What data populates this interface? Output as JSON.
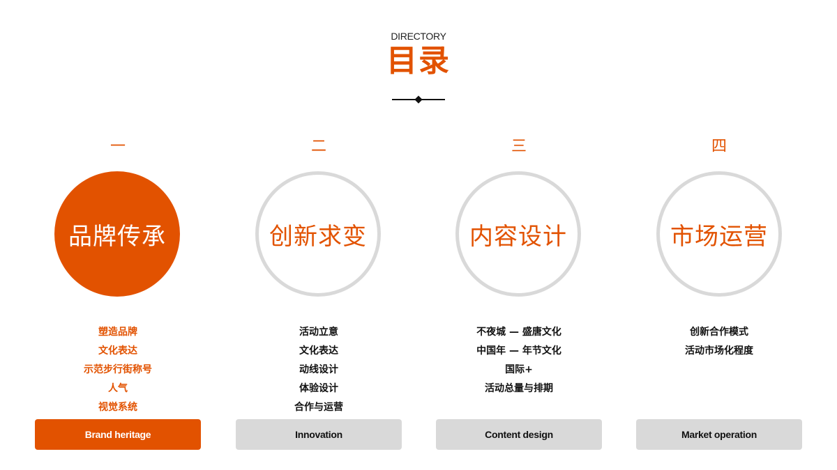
{
  "header": {
    "subtitle_en": "DIRECTORY",
    "title_cn": "目录"
  },
  "colors": {
    "accent": "#e25200",
    "inactive_gray": "#d9d9d9",
    "text_dark": "#111111"
  },
  "sections": [
    {
      "number": "一",
      "title": "品牌传承",
      "active": true,
      "items": [
        "塑造品牌",
        "文化表达",
        "示范步行街称号",
        "人气",
        "视觉系统"
      ],
      "button_label": "Brand heritage"
    },
    {
      "number": "二",
      "title": "创新求变",
      "active": false,
      "items": [
        "活动立意",
        "文化表达",
        "动线设计",
        "体验设计",
        "合作与运营"
      ],
      "button_label": "Innovation"
    },
    {
      "number": "三",
      "title": "内容设计",
      "active": false,
      "items": [
        "不夜城 — 盛唐文化",
        "中国年 — 年节文化",
        "国际+",
        "活动总量与排期"
      ],
      "button_label": "Content design"
    },
    {
      "number": "四",
      "title": "市场运营",
      "active": false,
      "items": [
        "创新合作模式",
        "活动市场化程度"
      ],
      "button_label": "Market operation"
    }
  ]
}
